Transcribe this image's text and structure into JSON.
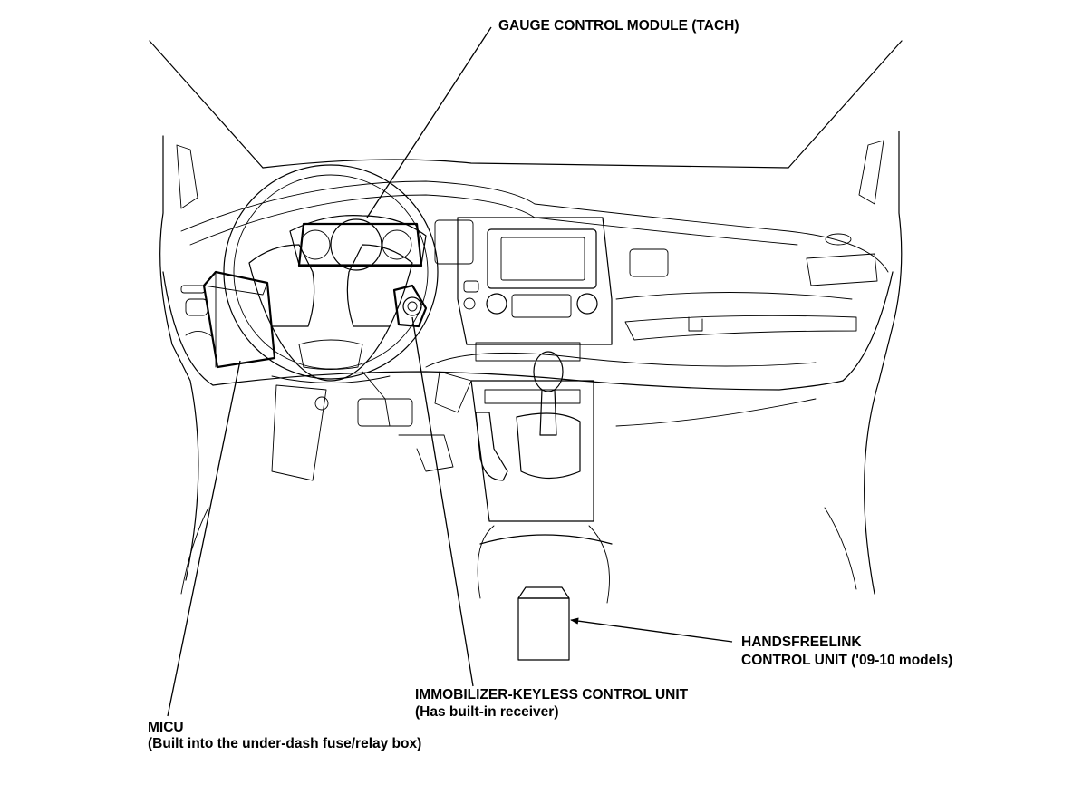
{
  "labels": {
    "gauge_control_module": "GAUGE CONTROL MODULE (TACH)",
    "handsfreelink_line1": "HANDSFREELINK",
    "handsfreelink_line2": "CONTROL UNIT ('09-10 models)",
    "immobilizer_line1": "IMMOBILIZER-KEYLESS CONTROL UNIT",
    "immobilizer_line2": "(Has built-in receiver)",
    "micu_line1": "MICU",
    "micu_line2": "(Built into the under-dash fuse/relay box)"
  }
}
